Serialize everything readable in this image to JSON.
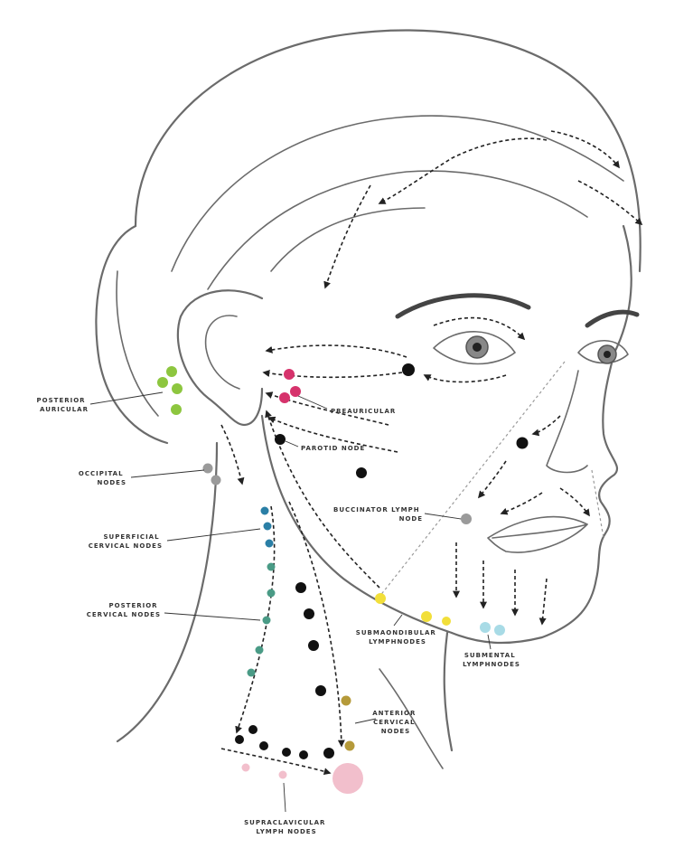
{
  "colors": {
    "posterior_auricular": "#8dc63f",
    "preauricular": "#d6336c",
    "occipital": "#9a9a9a",
    "superficial_cervical": "#2a7fa6",
    "posterior_cervical": "#4a9b86",
    "black_nodes": "#111111",
    "submandibular": "#f2df3a",
    "submental": "#a8dbe6",
    "anterior_cervical": "#b59a3a",
    "supraclavicular": "#f2bfcc",
    "outline": "#6b6b6b"
  },
  "labels": {
    "posterior_auricular": [
      "POSTERIOR",
      "AURICULAR"
    ],
    "preauricular": [
      "PREAURICULAR"
    ],
    "parotid": [
      "PAROTID NODE"
    ],
    "occipital": [
      "OCCIPITAL",
      "NODES"
    ],
    "buccinator": [
      "BUCCINATOR LYMPH",
      "NODE"
    ],
    "superficial_cervical": [
      "SUPERFICIAL",
      "CERVICAL NODES"
    ],
    "posterior_cervical": [
      "POSTERIOR",
      "CERVICAL NODES"
    ],
    "submandibular": [
      "SUBMAONDIBULAR",
      "LYMPHNODES"
    ],
    "submental": [
      "SUBMENTAL",
      "LYMPHNODES"
    ],
    "anterior_cervical": [
      "ANTERIOR",
      "CERVICAL",
      "NODES"
    ],
    "supraclavicular": [
      "SUPRACLAVICULAR",
      "LYMPH NODES"
    ]
  },
  "icons": {
    "arrowhead": "arrow-icon"
  }
}
